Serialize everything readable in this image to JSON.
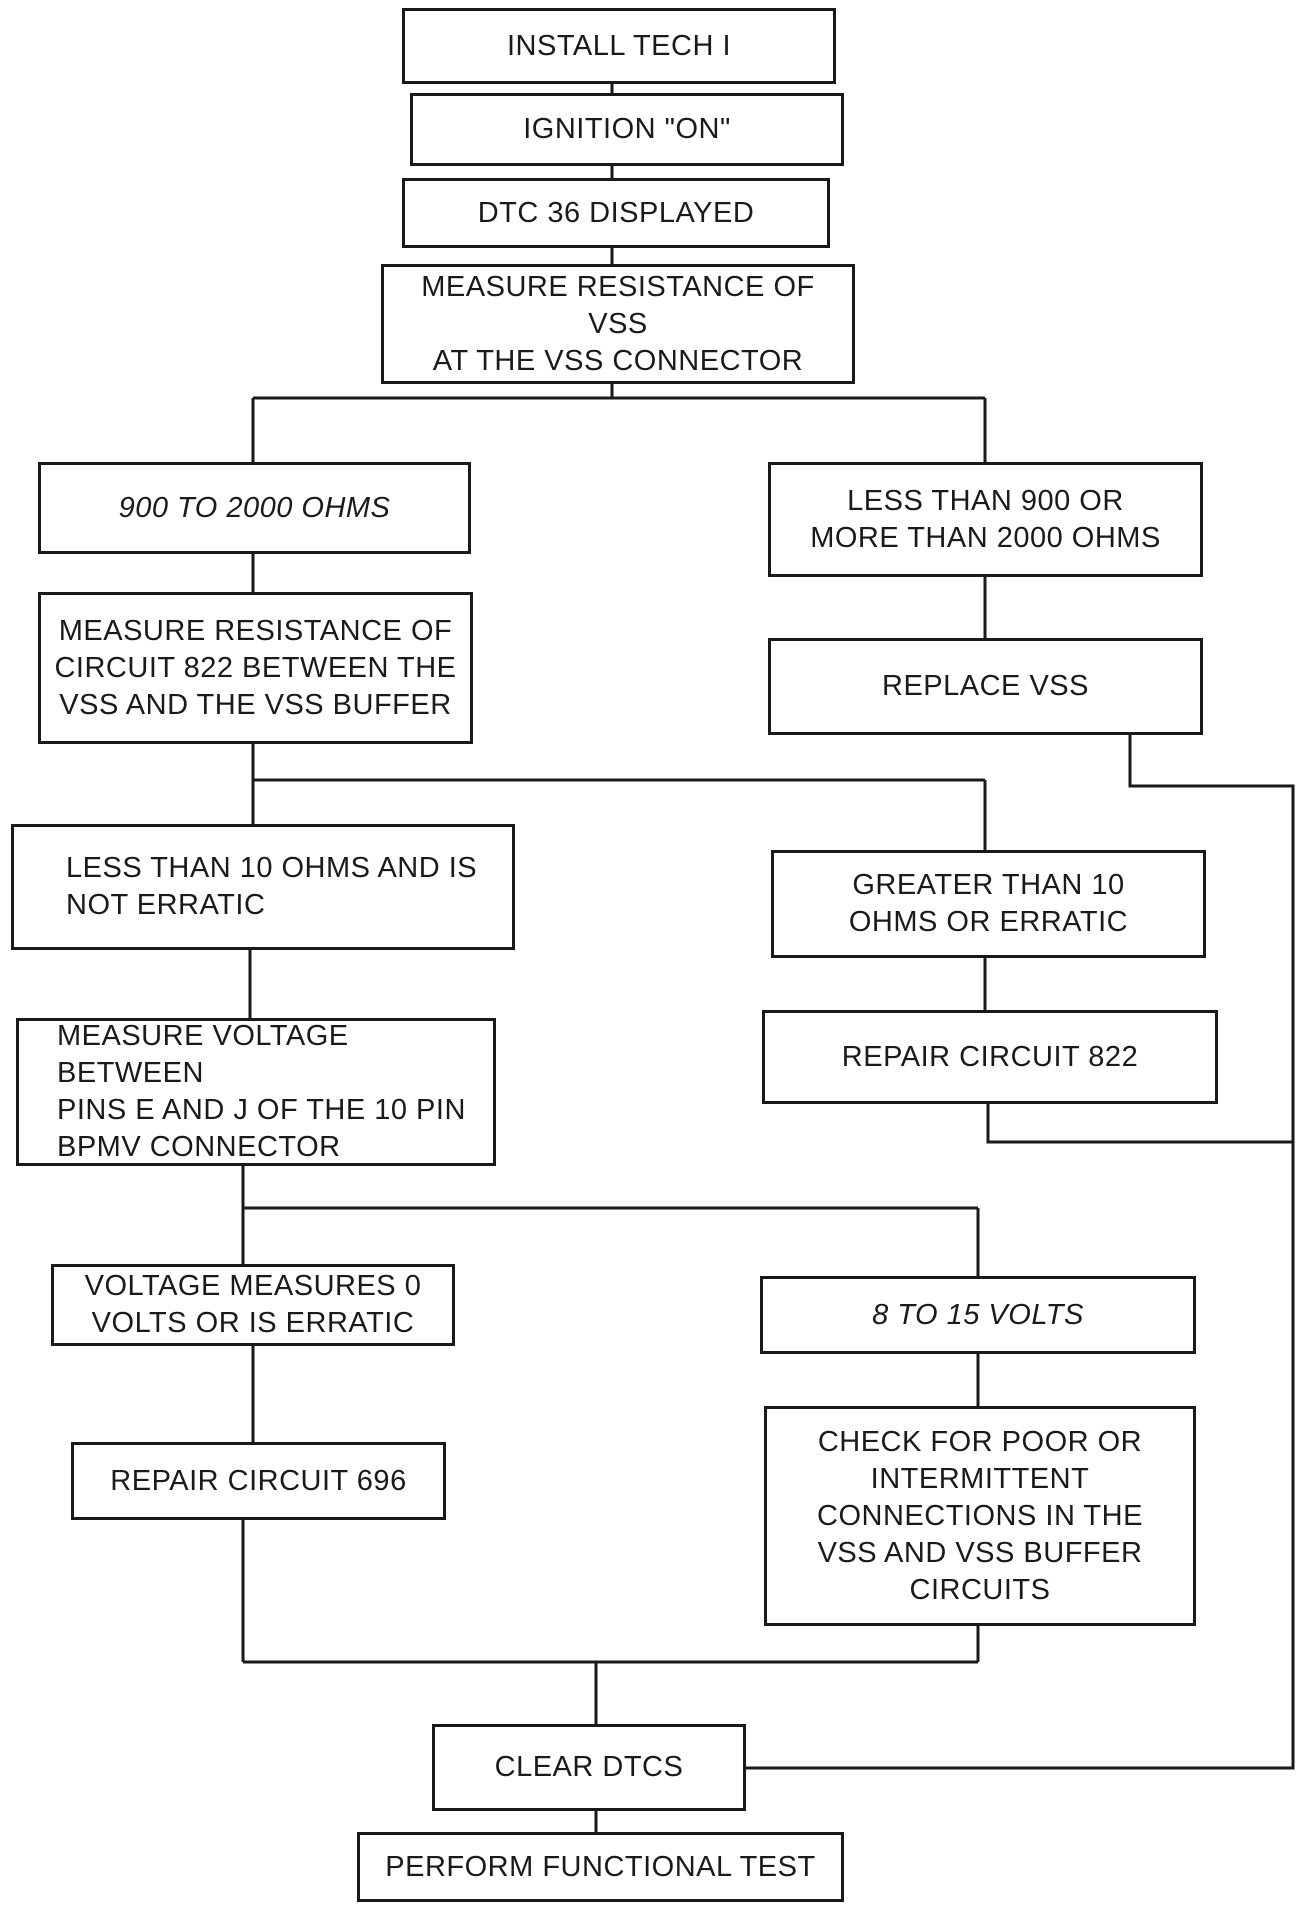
{
  "flowchart": {
    "install_tech": "INSTALL TECH I",
    "ignition_on": "IGNITION \"ON\"",
    "dtc_displayed": "DTC 36 DISPLAYED",
    "measure_vss_resistance": "MEASURE RESISTANCE OF VSS\nAT THE VSS CONNECTOR",
    "ohms_900_2000": "900 TO 2000 OHMS",
    "ohms_out_of_range": "LESS THAN 900 OR\nMORE THAN 2000 OHMS",
    "measure_circuit_822": "MEASURE RESISTANCE OF\nCIRCUIT 822 BETWEEN THE\nVSS AND THE VSS BUFFER",
    "replace_vss": "REPLACE VSS",
    "less_than_10_ohms": "LESS THAN 10 OHMS AND IS\nNOT ERRATIC",
    "greater_than_10_ohms": "GREATER THAN 10\nOHMS OR ERRATIC",
    "measure_voltage": "MEASURE VOLTAGE BETWEEN\nPINS E AND J OF THE 10 PIN\nBPMV CONNECTOR",
    "repair_circuit_822": "REPAIR CIRCUIT 822",
    "voltage_zero": "VOLTAGE MEASURES 0\nVOLTS OR IS ERRATIC",
    "volts_8_15": "8 TO 15 VOLTS",
    "repair_circuit_696": "REPAIR CIRCUIT 696",
    "check_connections": "CHECK FOR POOR OR\nINTERMITTENT\nCONNECTIONS IN THE\nVSS AND VSS BUFFER\nCIRCUITS",
    "clear_dtcs": "CLEAR DTCS",
    "perform_functional_test": "PERFORM FUNCTIONAL TEST"
  },
  "colors": {
    "line": "#1a1a1a",
    "background": "#ffffff"
  }
}
